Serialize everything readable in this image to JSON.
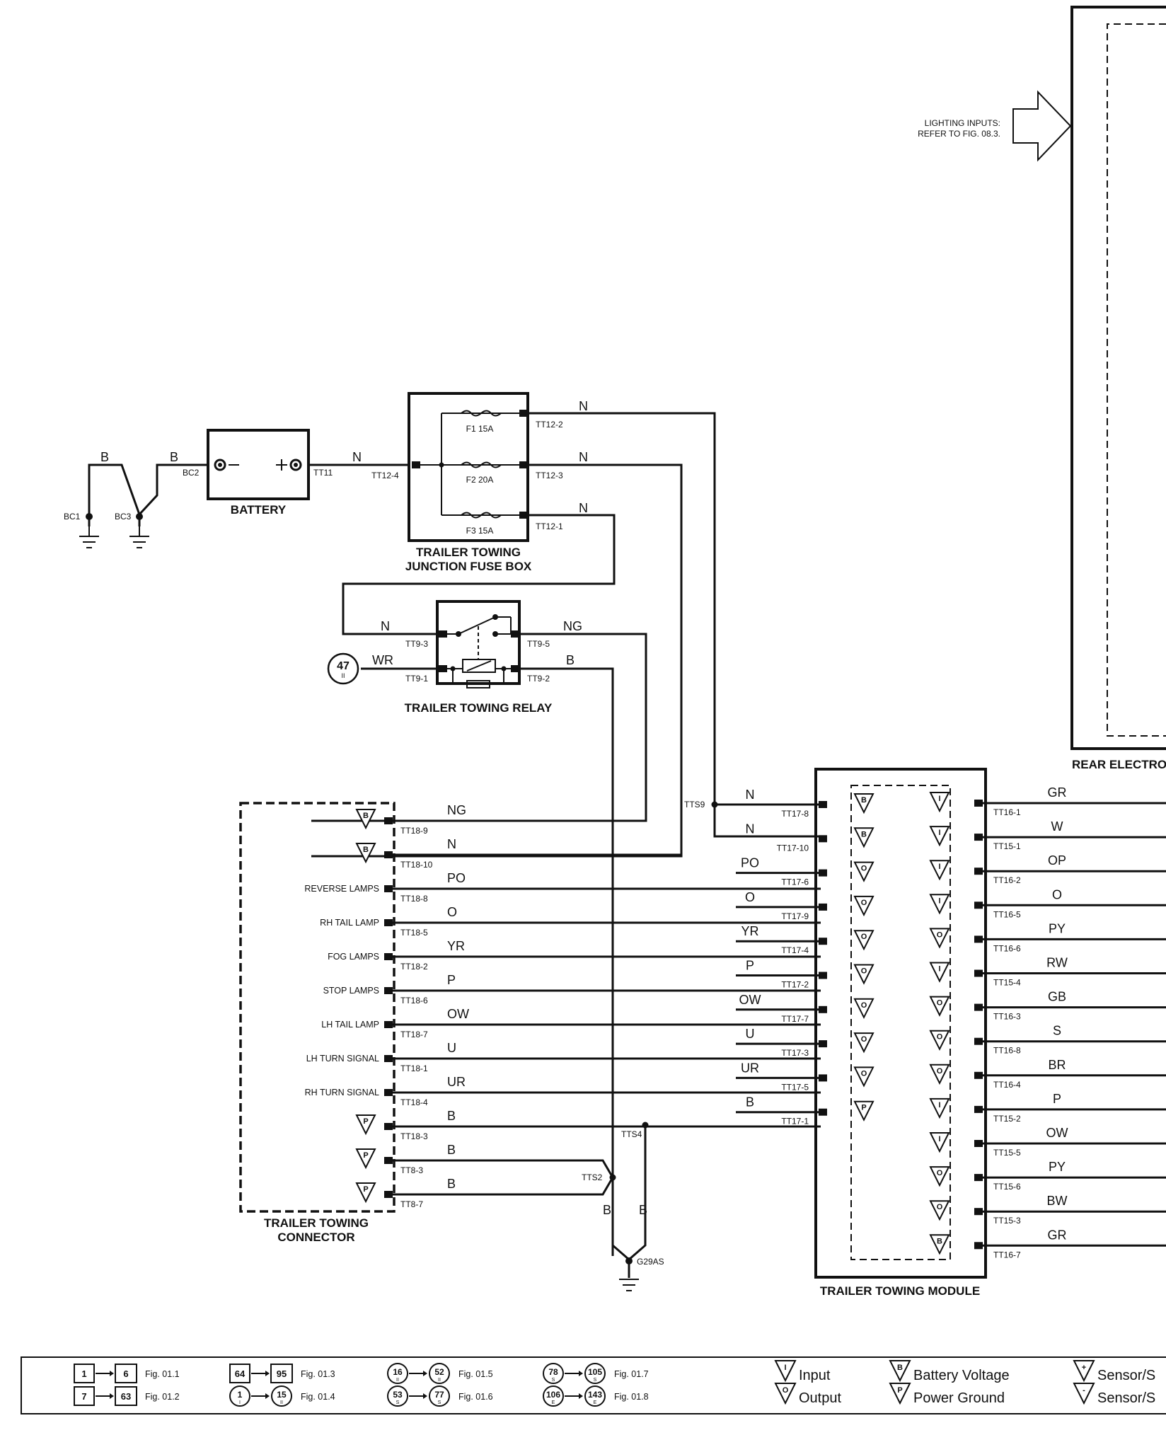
{
  "lighting_inputs": [
    "LIGHTING INPUTS:",
    "REFER TO FIG. 08.3."
  ],
  "rear_module_label": "REAR ELECTRO",
  "battery": {
    "label": "BATTERY",
    "neg_pin": "BC2",
    "pos_pin": "TT11",
    "ground_left": "BC1",
    "ground_right": "BC3",
    "wire_b1": "B",
    "wire_b2": "B",
    "wire_n": "N"
  },
  "fuse_box": {
    "title": [
      "TRAILER TOWING",
      "JUNCTION FUSE BOX"
    ],
    "input_pin": "TT12-4",
    "fuses": [
      {
        "label": "F1 15A",
        "pin": "TT12-2",
        "wire": "N"
      },
      {
        "label": "F2 20A",
        "pin": "TT12-3",
        "wire": "N"
      },
      {
        "label": "F3 15A",
        "pin": "TT12-1",
        "wire": "N"
      }
    ]
  },
  "relay": {
    "title": "TRAILER TOWING RELAY",
    "pins": {
      "p3": "TT9-3",
      "p1": "TT9-1",
      "p5": "TT9-5",
      "p2": "TT9-2"
    },
    "wires": {
      "w3": "N",
      "w1": "WR",
      "w5": "NG",
      "w2": "B"
    },
    "ref": {
      "num": "47",
      "sub": "II"
    }
  },
  "connector": {
    "title": [
      "TRAILER TOWING",
      "CONNECTOR"
    ],
    "rows": [
      {
        "label": "",
        "sym": "B",
        "pin": "TT18-9",
        "wire": "NG"
      },
      {
        "label": "",
        "sym": "B",
        "pin": "TT18-10",
        "wire": "N"
      },
      {
        "label": "REVERSE LAMPS",
        "sym": "",
        "pin": "TT18-8",
        "wire": "PO"
      },
      {
        "label": "RH TAIL LAMP",
        "sym": "",
        "pin": "TT18-5",
        "wire": "O"
      },
      {
        "label": "FOG LAMPS",
        "sym": "",
        "pin": "TT18-2",
        "wire": "YR"
      },
      {
        "label": "STOP LAMPS",
        "sym": "",
        "pin": "TT18-6",
        "wire": "P"
      },
      {
        "label": "LH TAIL LAMP",
        "sym": "",
        "pin": "TT18-7",
        "wire": "OW"
      },
      {
        "label": "LH TURN SIGNAL",
        "sym": "",
        "pin": "TT18-1",
        "wire": "U"
      },
      {
        "label": "RH TURN SIGNAL",
        "sym": "",
        "pin": "TT18-4",
        "wire": "UR"
      },
      {
        "label": "",
        "sym": "P",
        "pin": "TT18-3",
        "wire": "B"
      },
      {
        "label": "",
        "sym": "P",
        "pin": "TT8-3",
        "wire": "B"
      },
      {
        "label": "",
        "sym": "P",
        "pin": "TT8-7",
        "wire": "B"
      }
    ]
  },
  "splices": {
    "tts9": "TTS9",
    "tts4": "TTS4",
    "tts2": "TTS2",
    "ground": "G29AS",
    "wire_b_left": "B",
    "wire_b_right": "B"
  },
  "module": {
    "title": "TRAILER TOWING MODULE",
    "left": [
      {
        "pin": "TT17-8",
        "wire": "N",
        "sym": "B"
      },
      {
        "pin": "TT17-10",
        "wire": "N",
        "sym": "B"
      },
      {
        "pin": "TT17-6",
        "wire": "PO",
        "sym": "O"
      },
      {
        "pin": "TT17-9",
        "wire": "O",
        "sym": "O"
      },
      {
        "pin": "TT17-4",
        "wire": "YR",
        "sym": "O"
      },
      {
        "pin": "TT17-2",
        "wire": "P",
        "sym": "O"
      },
      {
        "pin": "TT17-7",
        "wire": "OW",
        "sym": "O"
      },
      {
        "pin": "TT17-3",
        "wire": "U",
        "sym": "O"
      },
      {
        "pin": "TT17-5",
        "wire": "UR",
        "sym": "O"
      },
      {
        "pin": "TT17-1",
        "wire": "B",
        "sym": "P"
      }
    ],
    "right": [
      {
        "pin": "TT16-1",
        "wire": "GR",
        "sym": "I"
      },
      {
        "pin": "TT15-1",
        "wire": "W",
        "sym": "I"
      },
      {
        "pin": "TT16-2",
        "wire": "OP",
        "sym": "I"
      },
      {
        "pin": "TT16-5",
        "wire": "O",
        "sym": "I"
      },
      {
        "pin": "TT16-6",
        "wire": "PY",
        "sym": "O"
      },
      {
        "pin": "TT15-4",
        "wire": "RW",
        "sym": "I"
      },
      {
        "pin": "TT16-3",
        "wire": "GB",
        "sym": "O"
      },
      {
        "pin": "TT16-8",
        "wire": "S",
        "sym": "O"
      },
      {
        "pin": "TT16-4",
        "wire": "BR",
        "sym": "O"
      },
      {
        "pin": "TT15-2",
        "wire": "P",
        "sym": "I"
      },
      {
        "pin": "TT15-5",
        "wire": "OW",
        "sym": "I"
      },
      {
        "pin": "TT15-6",
        "wire": "PY",
        "sym": "O"
      },
      {
        "pin": "TT15-3",
        "wire": "BW",
        "sym": "O"
      },
      {
        "pin": "TT16-7",
        "wire": "GR",
        "sym": "B"
      }
    ]
  },
  "legend": {
    "refs": [
      {
        "a": "1",
        "b": "6",
        "fig": "Fig. 01.1",
        "shape": "square",
        "sa": "",
        "sb": ""
      },
      {
        "a": "7",
        "b": "63",
        "fig": "Fig. 01.2",
        "shape": "square",
        "sa": "",
        "sb": ""
      },
      {
        "a": "64",
        "b": "95",
        "fig": "Fig. 01.3",
        "shape": "square",
        "sa": "",
        "sb": ""
      },
      {
        "a": "1",
        "b": "15",
        "fig": "Fig. 01.4",
        "shape": "circle",
        "sa": "I",
        "sb": "II"
      },
      {
        "a": "16",
        "b": "52",
        "fig": "Fig. 01.5",
        "shape": "circle",
        "sa": "II",
        "sb": "II"
      },
      {
        "a": "53",
        "b": "77",
        "fig": "Fig. 01.6",
        "shape": "circle",
        "sa": "S",
        "sb": "S"
      },
      {
        "a": "78",
        "b": "105",
        "fig": "Fig. 01.7",
        "shape": "circle",
        "sa": "S",
        "sb": "S"
      },
      {
        "a": "106",
        "b": "143",
        "fig": "Fig. 01.8",
        "shape": "circle",
        "sa": "E",
        "sb": "E"
      }
    ],
    "symbols": [
      {
        "sym": "I",
        "text": "Input"
      },
      {
        "sym": "O",
        "text": "Output"
      },
      {
        "sym": "B",
        "text": "Battery Voltage"
      },
      {
        "sym": "P",
        "text": "Power Ground"
      },
      {
        "sym": "+",
        "text": "Sensor/S"
      },
      {
        "sym": "-",
        "text": "Sensor/S"
      }
    ]
  }
}
